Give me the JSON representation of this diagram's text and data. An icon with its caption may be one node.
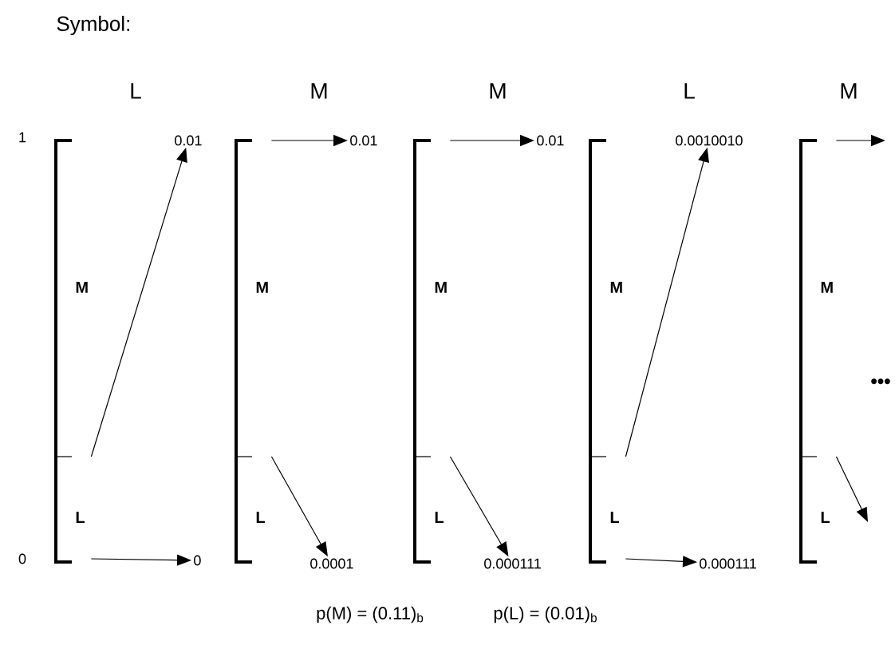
{
  "diagram": {
    "title": "Symbol:",
    "nodes": [
      {
        "text": [
          "M",
          "L"
        ]
      },
      {
        "text": [
          "M",
          "L"
        ]
      },
      {
        "text": [
          "M",
          "L"
        ]
      },
      {
        "text": [
          "M",
          "L"
        ]
      },
      {
        "text": [
          "M",
          "L"
        ]
      },
      {
        "text": [
          "0.01"
        ]
      },
      {
        "text": [
          "0"
        ]
      },
      {
        "text": [
          "0.01"
        ]
      },
      {
        "text": [
          "0.0001"
        ]
      },
      {
        "text": [
          "0.01"
        ]
      },
      {
        "text": [
          "0.000111"
        ]
      },
      {
        "text": [
          "0.0010010"
        ]
      },
      {
        "text": [
          "0.000111"
        ]
      }
    ],
    "edges": [
      {
        "from": 0,
        "to": 5,
        "arrow": "to"
      },
      {
        "from": 0,
        "to": 6,
        "arrow": "to"
      },
      {
        "from": 1,
        "to": 7,
        "arrow": "to"
      },
      {
        "from": 1,
        "to": 8,
        "arrow": "to"
      },
      {
        "from": 2,
        "to": 9,
        "arrow": "to"
      },
      {
        "from": 2,
        "to": 10,
        "arrow": "to"
      },
      {
        "from": 3,
        "to": 11,
        "arrow": "to"
      },
      {
        "from": 3,
        "to": 12,
        "arrow": "to"
      },
      {
        "from": 4,
        "to": null,
        "arrow": "to"
      },
      {
        "from": 4,
        "to": null,
        "arrow": "to"
      }
    ],
    "labels": [
      "L",
      "M",
      "M",
      "L",
      "M",
      "1",
      "0",
      "•••",
      "p(M) = (0.11)$_{b}$",
      "p(L) = (0.01)$_{b}$"
    ]
  }
}
